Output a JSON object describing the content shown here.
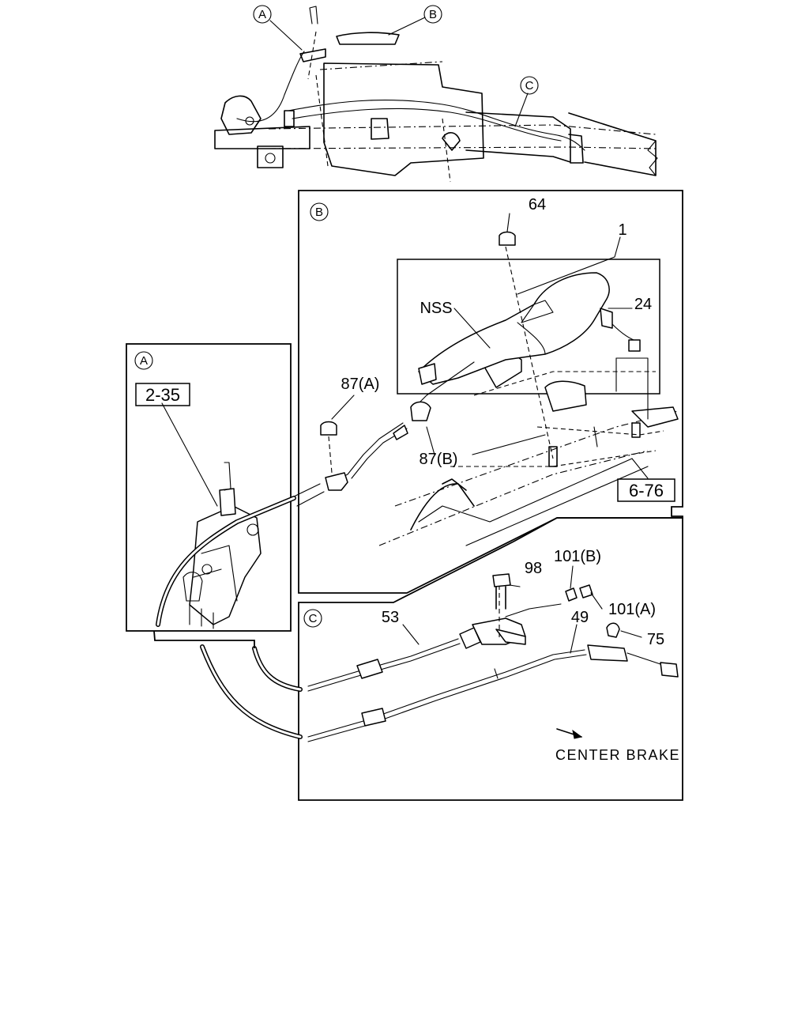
{
  "circle_labels": {
    "A_top": "A",
    "B_top": "B",
    "C_top": "C",
    "B_panel": "B",
    "A_panel": "A",
    "C_panel": "C"
  },
  "refs": {
    "r235": "2-35",
    "r676": "6-76"
  },
  "parts": {
    "p64": "64",
    "p1": "1",
    "p24": "24",
    "nss": "NSS",
    "p87a": "87(A)",
    "p87b": "87(B)",
    "p98": "98",
    "p101b": "101(B)",
    "p101a": "101(A)",
    "p53": "53",
    "p49": "49",
    "p75": "75"
  },
  "notes": {
    "center_brake": "CENTER BRAKE"
  }
}
